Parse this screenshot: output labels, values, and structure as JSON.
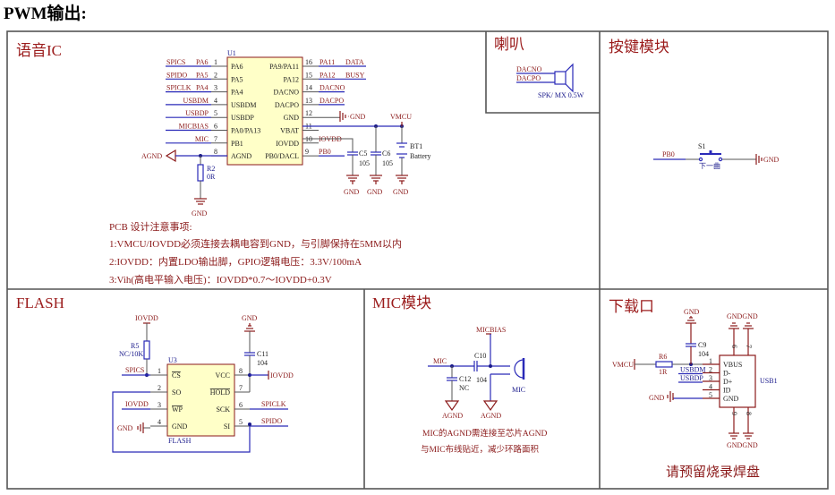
{
  "heading": "PWM输出:",
  "sections": {
    "voice_ic": {
      "title": "语音IC",
      "ref": "U1",
      "left_pins": [
        {
          "net": "SPICS",
          "alias": "PA6",
          "num": "1",
          "name": "PA6"
        },
        {
          "net": "SPIDO",
          "alias": "PA5",
          "num": "2",
          "name": "PA5"
        },
        {
          "net": "SPICLK",
          "alias": "PA4",
          "num": "3",
          "name": "PA4"
        },
        {
          "net": "USBDM",
          "alias": "",
          "num": "4",
          "name": "USBDM"
        },
        {
          "net": "USBDP",
          "alias": "",
          "num": "5",
          "name": "USBDP"
        },
        {
          "net": "MICBIAS",
          "alias": "",
          "num": "6",
          "name": "PA0/PA13"
        },
        {
          "net": "MIC",
          "alias": "",
          "num": "7",
          "name": "PB1"
        },
        {
          "net": "",
          "alias": "",
          "num": "8",
          "name": "AGND"
        }
      ],
      "right_pins": [
        {
          "num": "16",
          "name": "PA9/PA11",
          "net": "PA11",
          "alias": "DATA"
        },
        {
          "num": "15",
          "name": "PA12",
          "net": "PA12",
          "alias": "BUSY"
        },
        {
          "num": "14",
          "name": "DACNO",
          "net": "DACNO",
          "alias": ""
        },
        {
          "num": "13",
          "name": "DACPO",
          "net": "DACPO",
          "alias": ""
        },
        {
          "num": "12",
          "name": "GND",
          "net": "GND",
          "alias": ""
        },
        {
          "num": "11",
          "name": "VBAT",
          "net": "",
          "alias": ""
        },
        {
          "num": "10",
          "name": "IOVDD",
          "net": "IOVDD",
          "alias": ""
        },
        {
          "num": "9",
          "name": "PB0/DACL",
          "net": "PB0",
          "alias": ""
        }
      ],
      "agnd_label": "AGND",
      "r2": {
        "ref": "R2",
        "value": "0R"
      },
      "gnd": "GND",
      "vmcu": "VMCU",
      "c5": {
        "ref": "C5",
        "value": "105"
      },
      "c6": {
        "ref": "C6",
        "value": "105"
      },
      "bt1": {
        "ref": "BT1",
        "value": "Battery"
      },
      "notes": [
        "PCB 设计注意事项:",
        "1:VMCU/IOVDD必须连接去耦电容到GND，与引脚保持在5MM以内",
        "2:IOVDD：内置LDO输出脚，GPIO逻辑电压：3.3V/100mA",
        "3:Vih(高电平输入电压)：IOVDD*0.7～IOVDD+0.3V"
      ]
    },
    "speaker": {
      "title": "喇叭",
      "nets": [
        "DACNO",
        "DACPO"
      ],
      "label": "SPK/ MX 0.5W"
    },
    "button": {
      "title": "按键模块",
      "net": "PB0",
      "ref": "S1",
      "label": "下一曲",
      "gnd": "GND"
    },
    "flash": {
      "title": "FLASH",
      "ref": "U3",
      "part": "FLASH",
      "r5": {
        "ref": "R5",
        "value": "NC/10K"
      },
      "iovdd_top": "IOVDD",
      "gnd_top": "GND",
      "c11": {
        "ref": "C11",
        "value": "104"
      },
      "left_pins": [
        {
          "net": "SPICS",
          "num": "1",
          "name": "CS",
          "overline": true
        },
        {
          "net": "",
          "num": "2",
          "name": "SO",
          "overline": false
        },
        {
          "net": "IOVDD",
          "num": "3",
          "name": "WP",
          "overline": true
        },
        {
          "net": "GND",
          "num": "4",
          "name": "GND",
          "overline": false
        }
      ],
      "right_pins": [
        {
          "net": "IOVDD",
          "num": "8",
          "name": "VCC",
          "overline": false
        },
        {
          "net": "",
          "num": "7",
          "name": "HOLD",
          "overline": true
        },
        {
          "net": "SPICLK",
          "num": "6",
          "name": "SCK",
          "overline": false
        },
        {
          "net": "SPIDO",
          "num": "5",
          "name": "SI",
          "overline": false
        }
      ]
    },
    "mic": {
      "title": "MIC模块",
      "micbias": "MICBIAS",
      "net": "MIC",
      "c10": {
        "ref": "C10",
        "value": "104"
      },
      "c12": {
        "ref": "C12",
        "value": "NC"
      },
      "mic_label": "MIC",
      "agnd1": "AGND",
      "agnd2": "AGND",
      "notes": [
        "MIC的AGND需连接至芯片AGND",
        "与MIC布线贴近，减少环路面积"
      ]
    },
    "download": {
      "title": "下载口",
      "vmcu": "VMCU",
      "r6": {
        "ref": "R6",
        "value": "1R"
      },
      "c9": {
        "ref": "C9",
        "value": "104"
      },
      "gnd_top": "GND",
      "gnd_left": "GND",
      "gndgnd_top": "GNDGND",
      "gndgnd_bottom": "GNDGND",
      "usb_ref": "USB1",
      "pins": [
        {
          "num": "1",
          "name": "VBUS",
          "net": ""
        },
        {
          "num": "2",
          "name": "D-",
          "net": "USBDM"
        },
        {
          "num": "3",
          "name": "D+",
          "net": "USBDP"
        },
        {
          "num": "4",
          "name": "ID",
          "net": ""
        },
        {
          "num": "5",
          "name": "GND",
          "net": ""
        }
      ],
      "shield_pins": [
        "6",
        "7",
        "9",
        "8"
      ],
      "note": "请预留烧录焊盘"
    }
  }
}
